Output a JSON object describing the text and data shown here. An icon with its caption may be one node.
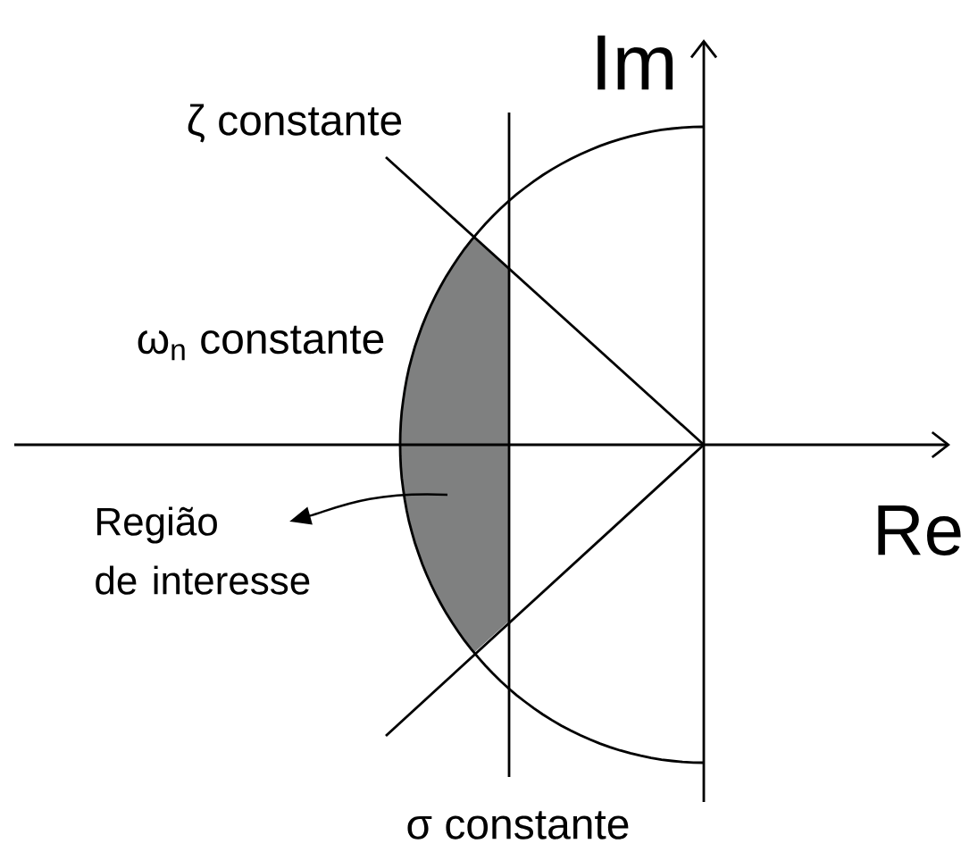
{
  "diagram": {
    "nodes": [
      {
        "text": [
          "Região de interesse"
        ]
      },
      {
        "text": [],
        "shape": "area"
      }
    ],
    "edges": [
      {
        "from": 1,
        "to": 0,
        "arrow": "to"
      }
    ],
    "labels": [
      "Im",
      "ζ constante",
      "ω$_{n}$ constante",
      "Re",
      "σ constante"
    ]
  }
}
